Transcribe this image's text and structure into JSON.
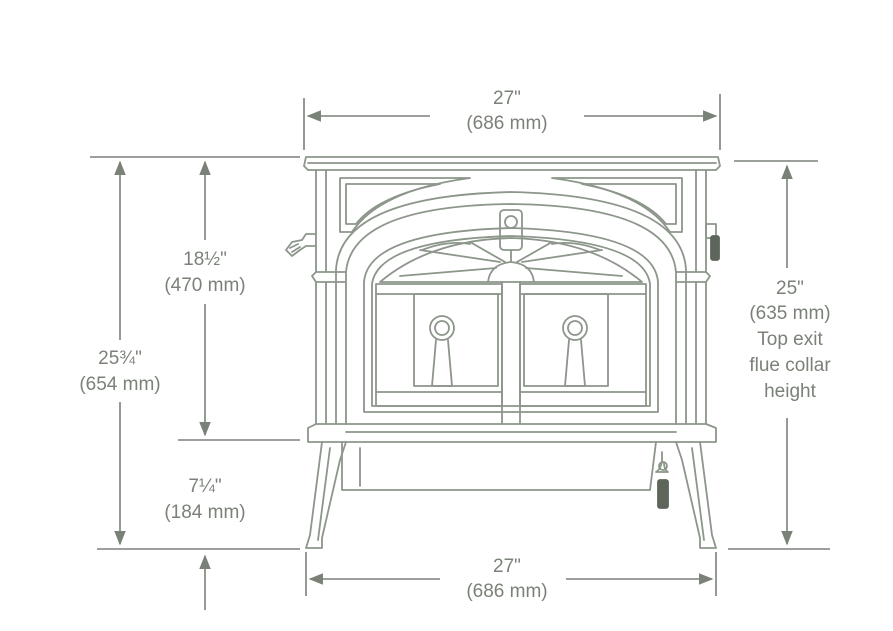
{
  "colors": {
    "stove_line": "#8c968a",
    "dimension_line": "#7a8278",
    "handle_dark": "#5e665c",
    "background": "#ffffff"
  },
  "dimensions": {
    "top_width": {
      "imperial": "27\"",
      "metric": "(686 mm)"
    },
    "bottom_width": {
      "imperial": "27\"",
      "metric": "(686 mm)"
    },
    "upper_height": {
      "imperial": "18½\"",
      "metric": "(470 mm)"
    },
    "overall_height": {
      "imperial": "25¾\"",
      "metric": "(654 mm)"
    },
    "leg_height": {
      "imperial": "7¼\"",
      "metric": "(184 mm)"
    },
    "flue_collar_height": {
      "imperial": "25\"",
      "metric": "(635 mm)",
      "note_line1": "Top exit",
      "note_line2": "flue collar",
      "note_line3": "height"
    }
  }
}
